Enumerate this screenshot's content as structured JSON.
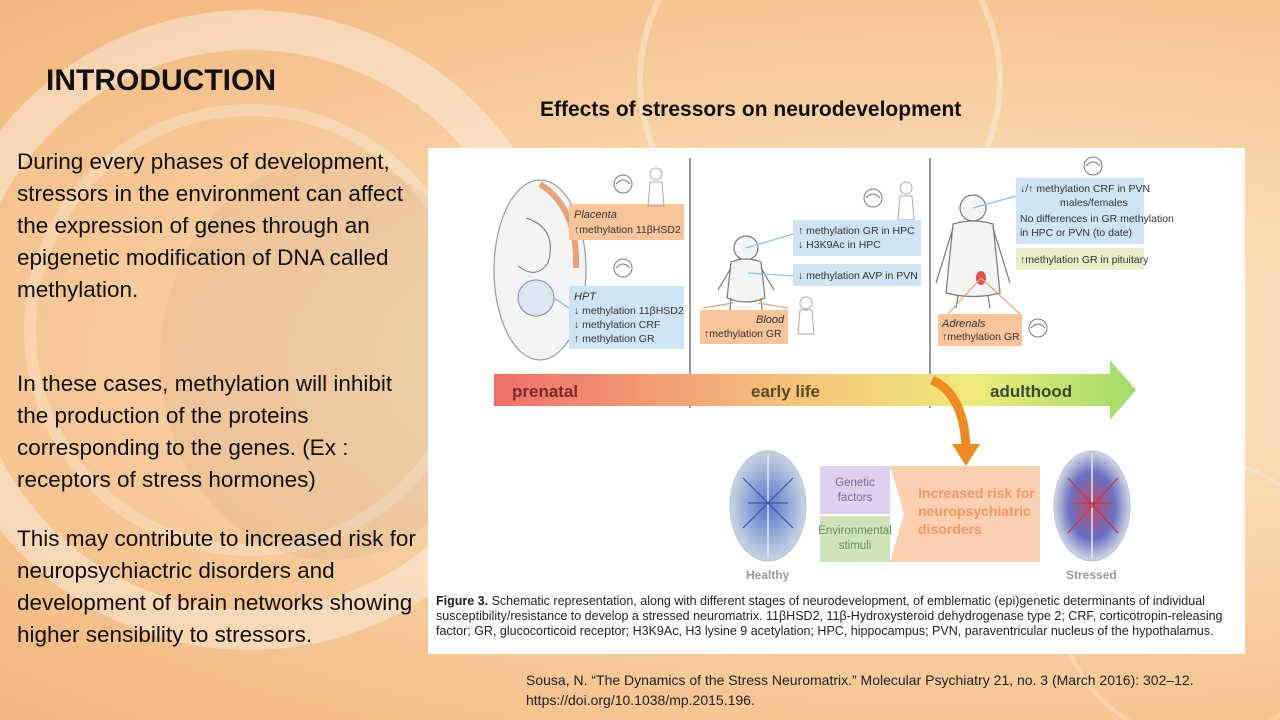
{
  "slide": {
    "title": "INTRODUCTION",
    "paragraphs": [
      "During every phases of development, stressors in the environment can affect the expression of genes through an epigenetic modification of DNA called methylation.",
      "In these cases, methylation will inhibit the production of the proteins corresponding to the genes. (Ex : receptors of stress hormones)",
      "This may contribute to increased risk for neuropsychiactric disorders and development of brain networks showing higher sensibility to stressors."
    ],
    "figure_heading": "Effects of stressors on neurodevelopment",
    "citation_line1": "Sousa, N. “The Dynamics of the Stress Neuromatrix.” Molecular Psychiatry 21, no. 3 (March 2016): 302–12.",
    "citation_line2": "https://doi.org/10.1038/mp.2015.196."
  },
  "figure": {
    "stages": {
      "prenatal": "prenatal",
      "early_life": "early life",
      "adulthood": "adulthood"
    },
    "prenatal": {
      "placenta_title": "Placenta",
      "placenta_lines": [
        "↑methylation 11βHSD2"
      ],
      "hpt_title": "HPT",
      "hpt_lines": [
        "↓ methylation 11βHSD2",
        "↓ methylation CRF",
        "↑ methylation GR"
      ]
    },
    "early_life": {
      "hpc_lines": [
        "↑ methylation GR in HPC",
        "↓ H3K9Ac in HPC"
      ],
      "pvn_lines": [
        "↓ methylation AVP in PVN"
      ],
      "blood_title": "Blood",
      "blood_lines": [
        "↑methylation GR"
      ]
    },
    "adulthood": {
      "crf_lines": [
        "↓/↑ methylation CRF in PVN",
        "males/females",
        "No differences in GR methylation",
        "in HPC or PVN  (to date)"
      ],
      "pituitary_lines": [
        "↑methylation GR in pituitary"
      ],
      "adrenals_title": "Adrenals",
      "adrenals_lines": [
        "↑methylation GR"
      ]
    },
    "outcome": {
      "genetic": [
        "Genetic",
        "factors"
      ],
      "environmental": [
        "Environmental",
        "stimuli"
      ],
      "risk": [
        "Increased risk for",
        "neuropsychiatric",
        "disorders"
      ],
      "healthy": "Healthy",
      "stressed": "Stressed"
    },
    "caption_label": "Figure 3.",
    "caption_text": "Schematic representation, along with different stages of neurodevelopment, of emblematic (epi)genetic determinants of individual susceptibility/resistance to develop a stressed neuromatrix. 11βHSD2, 11β-Hydroxysteroid dehydrogenase type 2; CRF, corticotropin-releasing factor; GR, glucocorticoid receptor; H3K9Ac, H3 lysine 9 acetylation; HPC, hippocampus; PVN, paraventricular nucleus of the hypothalamus.",
    "colors": {
      "orange_box": "#f9c49a",
      "blue_box": "#cfe4f2",
      "green_box": "#e6efc8",
      "purple_box": "#dcd0ec",
      "green_stim_box": "#cfe3b8",
      "risk_box": "#fbd0b0",
      "arrow_orange": "#ee8a22"
    }
  }
}
